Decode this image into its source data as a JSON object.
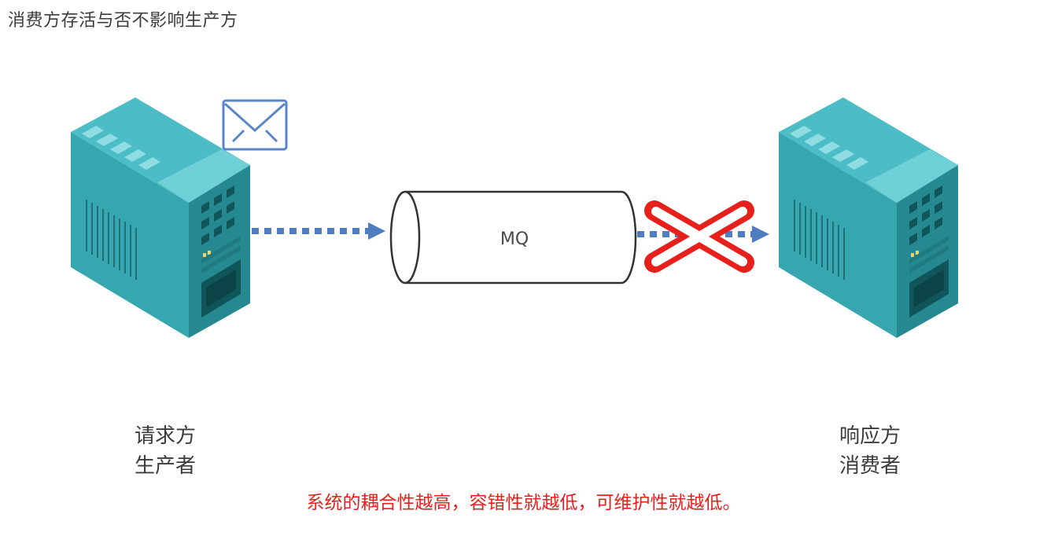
{
  "heading": "消费方存活与否不影响生产方",
  "queue": {
    "label": "MQ"
  },
  "producer": {
    "line1": "请求方",
    "line2": "生产者"
  },
  "consumer": {
    "line1": "响应方",
    "line2": "消费者"
  },
  "note": "系统的耦合性越高，容错性就越低，可维护性就越低。",
  "colors": {
    "server_front": "#2e9aa3",
    "server_side": "#3db0bb",
    "server_top": "#4bbcc6",
    "arrow": "#4f7dbf",
    "cross": "#e8201c",
    "text": "#3c3c3c",
    "note": "#e8201c"
  },
  "icons": [
    "envelope-icon",
    "server-icon",
    "cross-icon",
    "arrow-icon"
  ]
}
